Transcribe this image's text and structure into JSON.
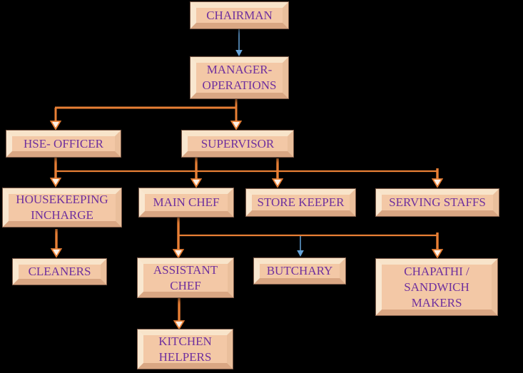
{
  "diagram": {
    "type": "org-chart",
    "nodes": [
      {
        "id": "chairman",
        "lines": [
          "CHAIRMAN"
        ]
      },
      {
        "id": "manager-operations",
        "lines": [
          "MANAGER-",
          "OPERATIONS"
        ]
      },
      {
        "id": "hse-officer",
        "lines": [
          "HSE- OFFICER"
        ]
      },
      {
        "id": "supervisor",
        "lines": [
          "SUPERVISOR"
        ]
      },
      {
        "id": "housekeeping-incharge",
        "lines": [
          "HOUSEKEEPING",
          "INCHARGE"
        ]
      },
      {
        "id": "main-chef",
        "lines": [
          "MAIN CHEF"
        ]
      },
      {
        "id": "store-keeper",
        "lines": [
          "STORE KEEPER"
        ]
      },
      {
        "id": "serving-staffs",
        "lines": [
          "SERVING STAFFS"
        ]
      },
      {
        "id": "cleaners",
        "lines": [
          "CLEANERS"
        ]
      },
      {
        "id": "assistant-chef",
        "lines": [
          "ASSISTANT",
          "CHEF"
        ]
      },
      {
        "id": "butchary",
        "lines": [
          "BUTCHARY"
        ]
      },
      {
        "id": "chapathi-sandwich-makers",
        "lines": [
          "CHAPATHI /",
          "SANDWICH",
          "MAKERS"
        ]
      },
      {
        "id": "kitchen-helpers",
        "lines": [
          "KITCHEN",
          "HELPERS"
        ]
      }
    ],
    "edges": [
      {
        "from": "chairman",
        "to": "manager-operations",
        "arrow_color": "blue"
      },
      {
        "from": "manager-operations",
        "to": "hse-officer",
        "arrow_color": "orange"
      },
      {
        "from": "manager-operations",
        "to": "supervisor",
        "arrow_color": "orange"
      },
      {
        "from": "hse-officer",
        "to": "housekeeping-incharge",
        "arrow_color": "orange"
      },
      {
        "from": "supervisor",
        "to": "main-chef",
        "arrow_color": "orange"
      },
      {
        "from": "supervisor",
        "to": "store-keeper",
        "arrow_color": "orange"
      },
      {
        "from": "supervisor",
        "to": "serving-staffs",
        "arrow_color": "orange"
      },
      {
        "from": "housekeeping-incharge",
        "to": "cleaners",
        "arrow_color": "orange"
      },
      {
        "from": "main-chef",
        "to": "assistant-chef",
        "arrow_color": "orange"
      },
      {
        "from": "main-chef",
        "to": "butchary",
        "arrow_color": "blue"
      },
      {
        "from": "main-chef",
        "to": "chapathi-sandwich-makers",
        "arrow_color": "orange"
      },
      {
        "from": "assistant-chef",
        "to": "kitchen-helpers",
        "arrow_color": "orange"
      }
    ]
  },
  "colors": {
    "background": "#000000",
    "box_fill": "#f3c8a6",
    "box_bevel_light": "#f9e7d0",
    "box_bevel_dark": "#d9a683",
    "box_text": "#6e2f9e",
    "connector_orange": "#e87f35",
    "connector_blue": "#64a2d8",
    "arrowhead_fill": "#fdf1e6"
  }
}
